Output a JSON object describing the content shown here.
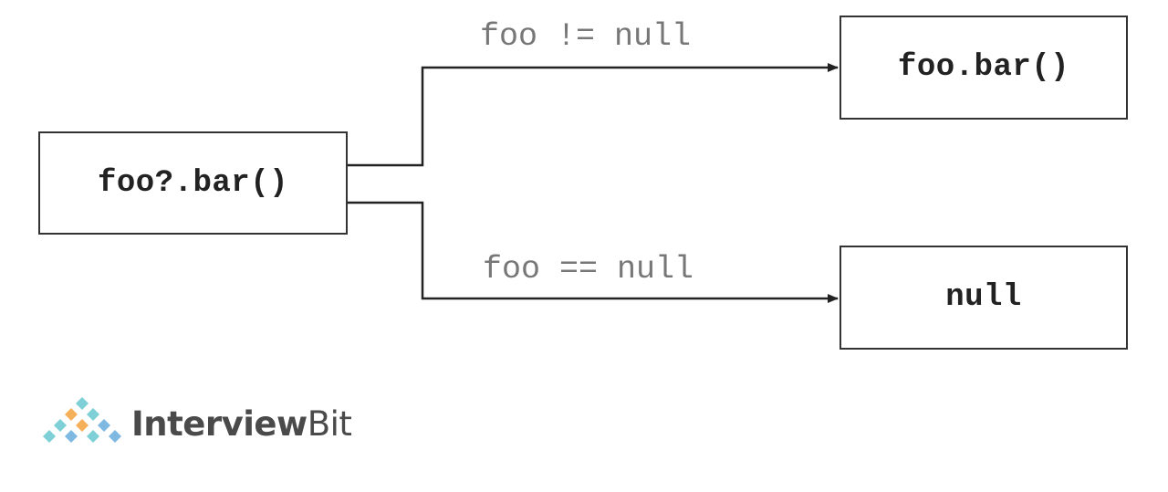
{
  "nodes": {
    "source": "foo?.bar()",
    "non_null_result": "foo.bar()",
    "null_result": "null"
  },
  "edges": {
    "non_null_condition": "foo != null",
    "null_condition": "foo == null"
  },
  "logo": {
    "name_bold": "Interview",
    "name_regular": "Bit",
    "colors": {
      "teal": "#7fd0d6",
      "orange": "#f5b05a",
      "blue": "#7fb8e0"
    }
  },
  "colors": {
    "line": "#222222",
    "box_border": "#333333",
    "label_text": "#777777"
  }
}
